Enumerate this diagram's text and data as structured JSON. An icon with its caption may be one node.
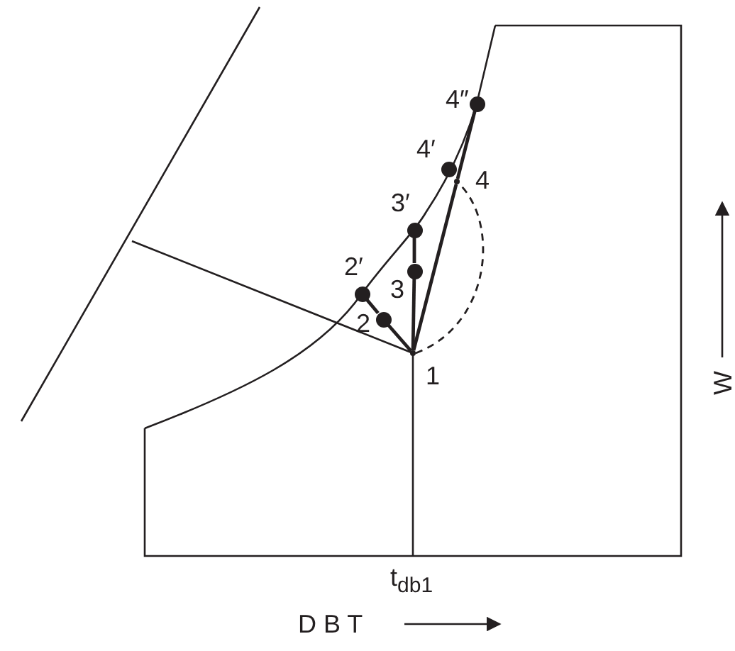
{
  "diagram": {
    "nodes": [
      {
        "text": [],
        "shape": "circle",
        "beside": [
          "4″"
        ]
      },
      {
        "text": [],
        "shape": "circle",
        "beside": [
          "4′"
        ]
      },
      {
        "text": [],
        "shape": "point",
        "beside": [
          "4"
        ]
      },
      {
        "text": [],
        "shape": "circle",
        "beside": [
          "3′"
        ]
      },
      {
        "text": [],
        "shape": "circle",
        "beside": [
          "3"
        ]
      },
      {
        "text": [],
        "shape": "circle",
        "beside": [
          "2′"
        ]
      },
      {
        "text": [],
        "shape": "circle",
        "beside": [
          "2"
        ]
      },
      {
        "text": [],
        "shape": "point",
        "beside": [
          "1"
        ]
      }
    ],
    "edges": [
      {
        "from": 7,
        "to": 6,
        "arrow": "none"
      },
      {
        "from": 6,
        "to": 5,
        "arrow": "none"
      },
      {
        "from": 7,
        "to": 4,
        "arrow": "none"
      },
      {
        "from": 4,
        "to": 3,
        "arrow": "none"
      },
      {
        "from": 7,
        "to": 2,
        "arrow": "none"
      },
      {
        "from": 2,
        "to": 0,
        "arrow": "none"
      },
      {
        "from": 7,
        "to": 2,
        "arrow": "none",
        "style": "dashed"
      }
    ],
    "labels": [
      "W",
      "t$_{db1}$",
      "D B T"
    ]
  }
}
